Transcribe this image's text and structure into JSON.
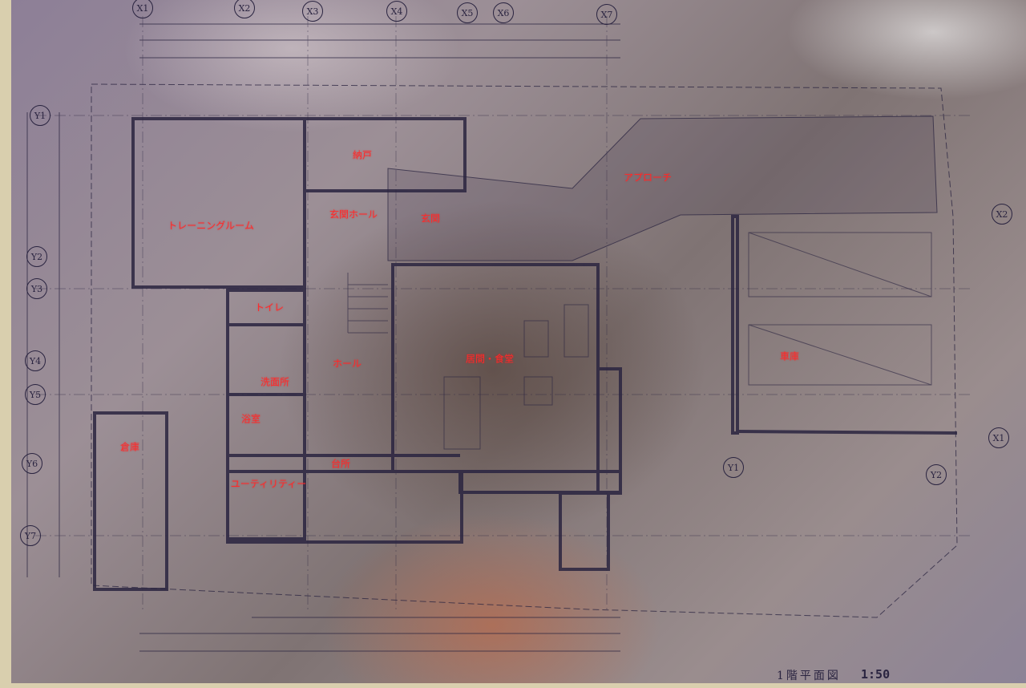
{
  "drawing": {
    "title": "1階平面図",
    "scale": "1:50",
    "rooms": [
      {
        "id": "storage-closet",
        "label": "納戸"
      },
      {
        "id": "entrance-hall",
        "label": "玄関ホール"
      },
      {
        "id": "entrance",
        "label": "玄関"
      },
      {
        "id": "approach",
        "label": "アプローチ"
      },
      {
        "id": "training-room",
        "label": "トレーニングルーム"
      },
      {
        "id": "toilet",
        "label": "トイレ"
      },
      {
        "id": "hall",
        "label": "ホール"
      },
      {
        "id": "living-dining",
        "label": "居間・食堂"
      },
      {
        "id": "garage",
        "label": "車庫"
      },
      {
        "id": "washroom",
        "label": "洗面所"
      },
      {
        "id": "bathroom",
        "label": "浴室"
      },
      {
        "id": "warehouse",
        "label": "倉庫"
      },
      {
        "id": "kitchen",
        "label": "台所"
      },
      {
        "id": "utility",
        "label": "ユーティリティー"
      }
    ],
    "grid_top": [
      "X1",
      "X2",
      "X3",
      "X4",
      "X5",
      "X6",
      "X7"
    ],
    "grid_left": [
      "Y1",
      "Y2",
      "Y3",
      "Y4",
      "Y5",
      "Y6",
      "Y7"
    ],
    "grid_right": [
      "X2",
      "X1",
      "Y1",
      "Y2"
    ],
    "colors": {
      "label": "#ff2a2a",
      "ink": "#2a2440"
    }
  }
}
